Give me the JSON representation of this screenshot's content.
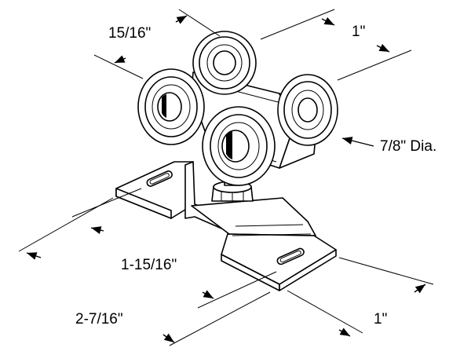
{
  "dimensions": {
    "wheel_spacing_top": "15/16\"",
    "wheel_spacing_right": "1\"",
    "wheel_diameter": "7/8\" Dia.",
    "bracket_length": "1-15/16\"",
    "overall_length": "2-7/16\"",
    "bracket_width": "1\""
  }
}
